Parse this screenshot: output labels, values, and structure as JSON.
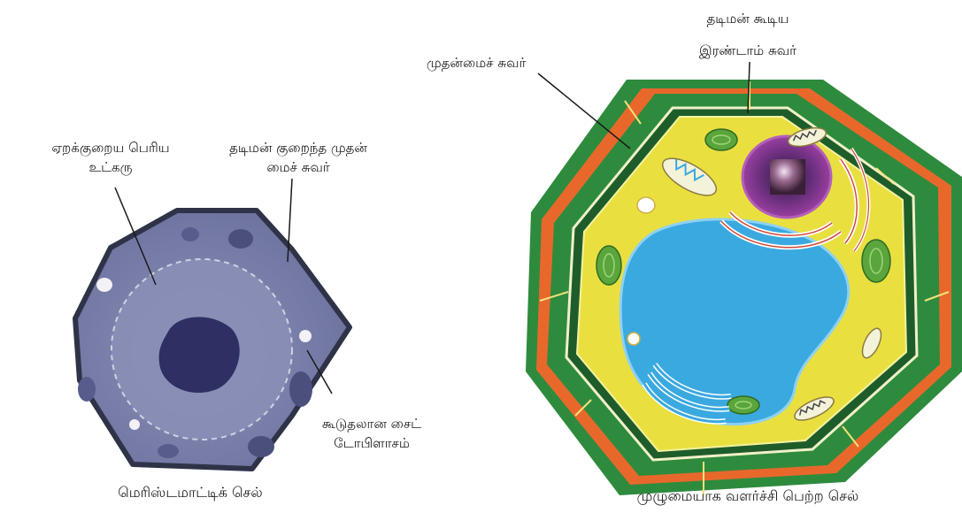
{
  "left_cell": {
    "caption": "மெரிஸ்டமாட்டிக் செல்",
    "labels": {
      "nucleus_line1": "ஏறக்குறைய பெரிய",
      "nucleus_line2": "உட்கரு",
      "wall_line1": "தடிமன் குறைந்த முதன்",
      "wall_line2": "மைச் சுவர்",
      "cyto_line1": "கூடுதலான சைட்",
      "cyto_line2": "டோபிளாசம்"
    }
  },
  "right_cell": {
    "caption": "முழுமையாக வளர்ச்சி பெற்ற செல்",
    "labels": {
      "secondary_line1": "தடிமன் கூடிய",
      "secondary_line2": "இரண்டாம் சுவர்",
      "primary_wall": "முதன்மைச் சுவர்"
    }
  },
  "colors": {
    "meristem_fill": "#7d82ad",
    "meristem_border": "#2f3348",
    "secondary_wall": "#2e8b3d",
    "middle_lamella": "#e8682c",
    "cytoplasm": "#e9e040",
    "vacuole": "#3aa9e0",
    "nucleus": "#8d2f8f",
    "chloroplast": "#5aa53c"
  }
}
